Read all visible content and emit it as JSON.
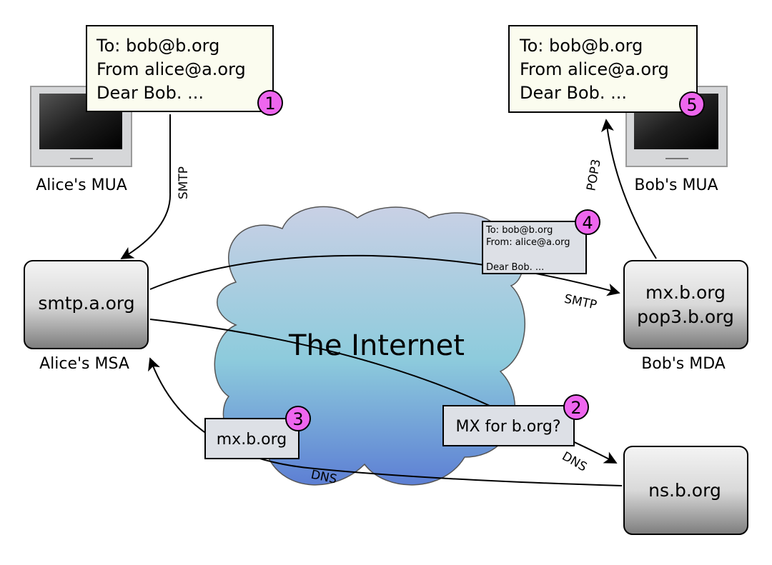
{
  "center_label": "The Internet",
  "clients": {
    "alice": "Alice's MUA",
    "bob": "Bob's MUA"
  },
  "servers": {
    "msa": {
      "name": "smtp.a.org",
      "caption": "Alice's MSA"
    },
    "mda": {
      "line1": "mx.b.org",
      "line2": "pop3.b.org",
      "caption": "Bob's MDA"
    },
    "ns": {
      "name": "ns.b.org"
    }
  },
  "messages": {
    "alice_note": [
      "To: bob@b.org",
      "From alice@a.org",
      "Dear Bob. ..."
    ],
    "bob_note": [
      "To: bob@b.org",
      "From alice@a.org",
      "Dear Bob. ..."
    ],
    "transit_note": [
      "To: bob@b.org",
      "From: alice@a.org",
      "Dear Bob. ..."
    ],
    "mx_query": "MX for b.org?",
    "mx_answer": "mx.b.org"
  },
  "protocols": {
    "alice_smtp": "SMTP",
    "relay_smtp": "SMTP",
    "pop3": "POP3",
    "dns_query": "DNS",
    "dns_answer": "DNS"
  },
  "steps": [
    "1",
    "2",
    "3",
    "4",
    "5"
  ],
  "colors": {
    "badge": "#ee66ee",
    "note_fill": "#fbfcef",
    "small_note_fill": "#dde0e6",
    "monitor_frame": "#d3d4d6",
    "server_dark": "#7d7d7d",
    "server_light": "#f3f3f3",
    "cloud_top": "#c7cfe4",
    "cloud_mid": "#8fcbdc",
    "cloud_bottom": "#5a7fd3"
  },
  "icons": {
    "client": "monitor-icon",
    "server": "server-box-icon",
    "network": "cloud-icon",
    "step": "numbered-circle-icon"
  }
}
